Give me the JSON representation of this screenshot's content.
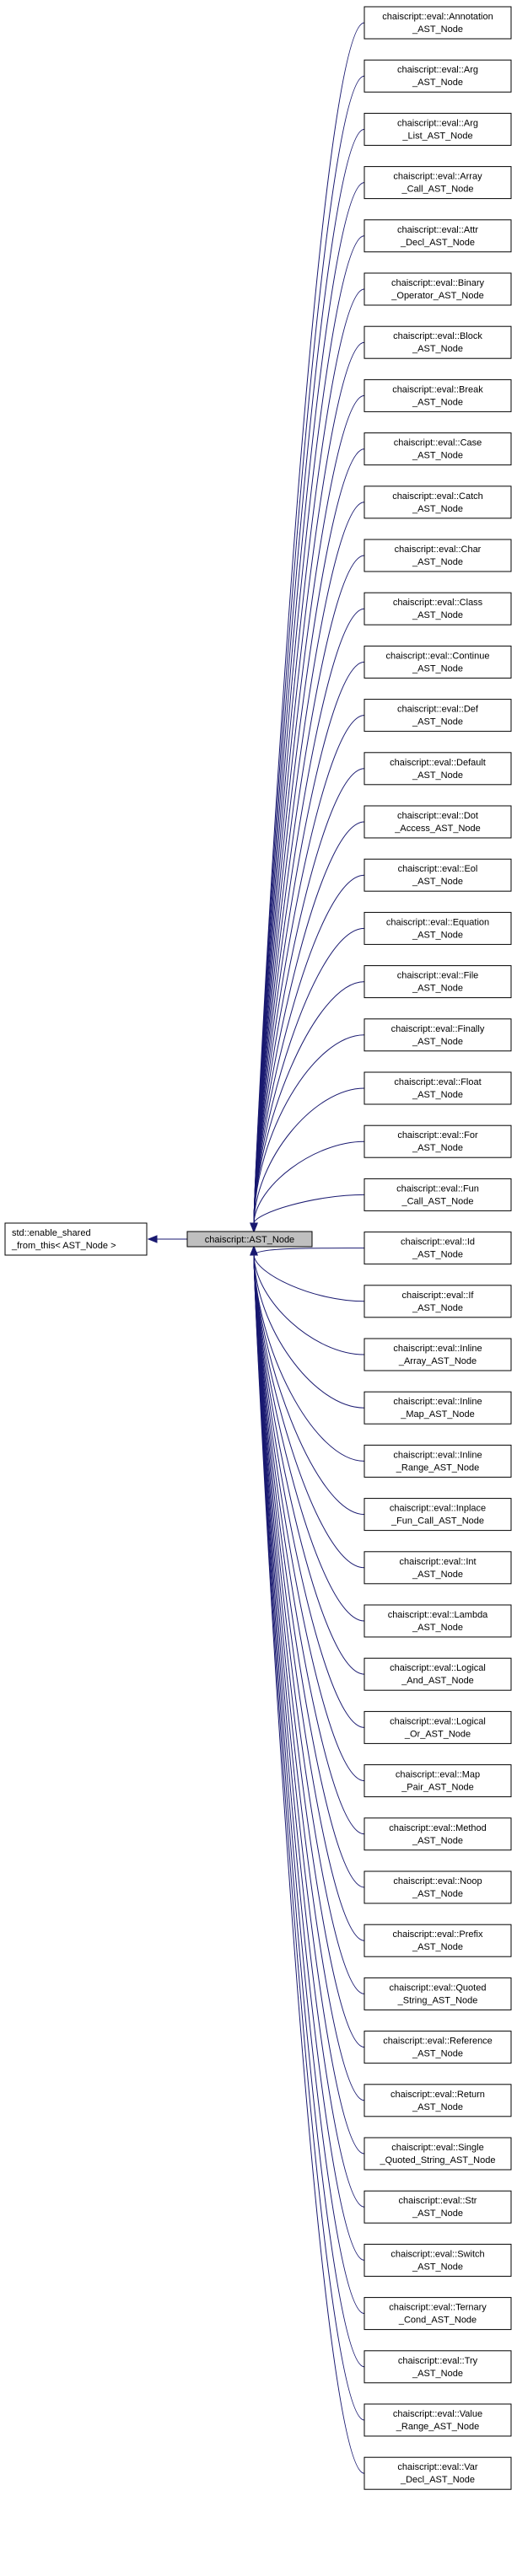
{
  "colors": {
    "edge": "#191970",
    "center_fill": "#bfbfbf",
    "node_fill": "#ffffff",
    "border": "#000000"
  },
  "base": {
    "line1": "std::enable_shared",
    "line2": "_from_this< AST_Node >"
  },
  "center": {
    "label": "chaiscript::AST_Node"
  },
  "children": [
    [
      "chaiscript::eval::Annotation",
      "_AST_Node"
    ],
    [
      "chaiscript::eval::Arg",
      "_AST_Node"
    ],
    [
      "chaiscript::eval::Arg",
      "_List_AST_Node"
    ],
    [
      "chaiscript::eval::Array",
      "_Call_AST_Node"
    ],
    [
      "chaiscript::eval::Attr",
      "_Decl_AST_Node"
    ],
    [
      "chaiscript::eval::Binary",
      "_Operator_AST_Node"
    ],
    [
      "chaiscript::eval::Block",
      "_AST_Node"
    ],
    [
      "chaiscript::eval::Break",
      "_AST_Node"
    ],
    [
      "chaiscript::eval::Case",
      "_AST_Node"
    ],
    [
      "chaiscript::eval::Catch",
      "_AST_Node"
    ],
    [
      "chaiscript::eval::Char",
      "_AST_Node"
    ],
    [
      "chaiscript::eval::Class",
      "_AST_Node"
    ],
    [
      "chaiscript::eval::Continue",
      "_AST_Node"
    ],
    [
      "chaiscript::eval::Def",
      "_AST_Node"
    ],
    [
      "chaiscript::eval::Default",
      "_AST_Node"
    ],
    [
      "chaiscript::eval::Dot",
      "_Access_AST_Node"
    ],
    [
      "chaiscript::eval::Eol",
      "_AST_Node"
    ],
    [
      "chaiscript::eval::Equation",
      "_AST_Node"
    ],
    [
      "chaiscript::eval::File",
      "_AST_Node"
    ],
    [
      "chaiscript::eval::Finally",
      "_AST_Node"
    ],
    [
      "chaiscript::eval::Float",
      "_AST_Node"
    ],
    [
      "chaiscript::eval::For",
      "_AST_Node"
    ],
    [
      "chaiscript::eval::Fun",
      "_Call_AST_Node"
    ],
    [
      "chaiscript::eval::Id",
      "_AST_Node"
    ],
    [
      "chaiscript::eval::If",
      "_AST_Node"
    ],
    [
      "chaiscript::eval::Inline",
      "_Array_AST_Node"
    ],
    [
      "chaiscript::eval::Inline",
      "_Map_AST_Node"
    ],
    [
      "chaiscript::eval::Inline",
      "_Range_AST_Node"
    ],
    [
      "chaiscript::eval::Inplace",
      "_Fun_Call_AST_Node"
    ],
    [
      "chaiscript::eval::Int",
      "_AST_Node"
    ],
    [
      "chaiscript::eval::Lambda",
      "_AST_Node"
    ],
    [
      "chaiscript::eval::Logical",
      "_And_AST_Node"
    ],
    [
      "chaiscript::eval::Logical",
      "_Or_AST_Node"
    ],
    [
      "chaiscript::eval::Map",
      "_Pair_AST_Node"
    ],
    [
      "chaiscript::eval::Method",
      "_AST_Node"
    ],
    [
      "chaiscript::eval::Noop",
      "_AST_Node"
    ],
    [
      "chaiscript::eval::Prefix",
      "_AST_Node"
    ],
    [
      "chaiscript::eval::Quoted",
      "_String_AST_Node"
    ],
    [
      "chaiscript::eval::Reference",
      "_AST_Node"
    ],
    [
      "chaiscript::eval::Return",
      "_AST_Node"
    ],
    [
      "chaiscript::eval::Single",
      "_Quoted_String_AST_Node"
    ],
    [
      "chaiscript::eval::Str",
      "_AST_Node"
    ],
    [
      "chaiscript::eval::Switch",
      "_AST_Node"
    ],
    [
      "chaiscript::eval::Ternary",
      "_Cond_AST_Node"
    ],
    [
      "chaiscript::eval::Try",
      "_AST_Node"
    ],
    [
      "chaiscript::eval::Value",
      "_Range_AST_Node"
    ],
    [
      "chaiscript::eval::Var",
      "_Decl_AST_Node"
    ]
  ]
}
